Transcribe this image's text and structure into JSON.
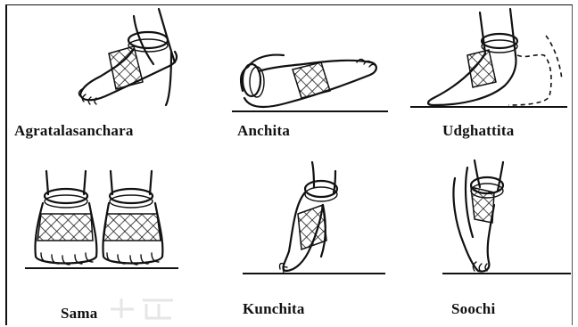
{
  "figure": {
    "poses": [
      {
        "name": "Agratalasanchara"
      },
      {
        "name": "Anchita"
      },
      {
        "name": "Udghattita"
      },
      {
        "name": "Sama"
      },
      {
        "name": "Kunchita"
      },
      {
        "name": "Soochi"
      }
    ]
  }
}
